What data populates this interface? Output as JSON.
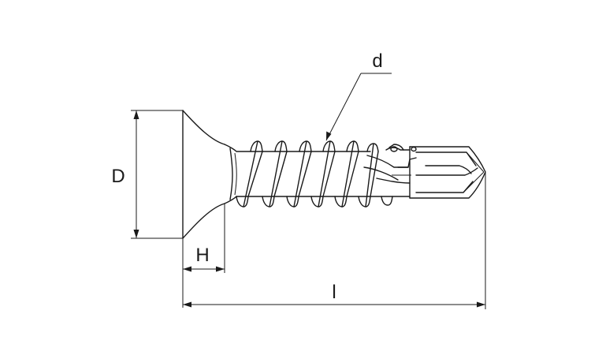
{
  "labels": {
    "d": "d",
    "D": "D",
    "H": "H",
    "l": "l"
  },
  "colors": {
    "line": "#1a1a1a",
    "background": "#ffffff"
  }
}
